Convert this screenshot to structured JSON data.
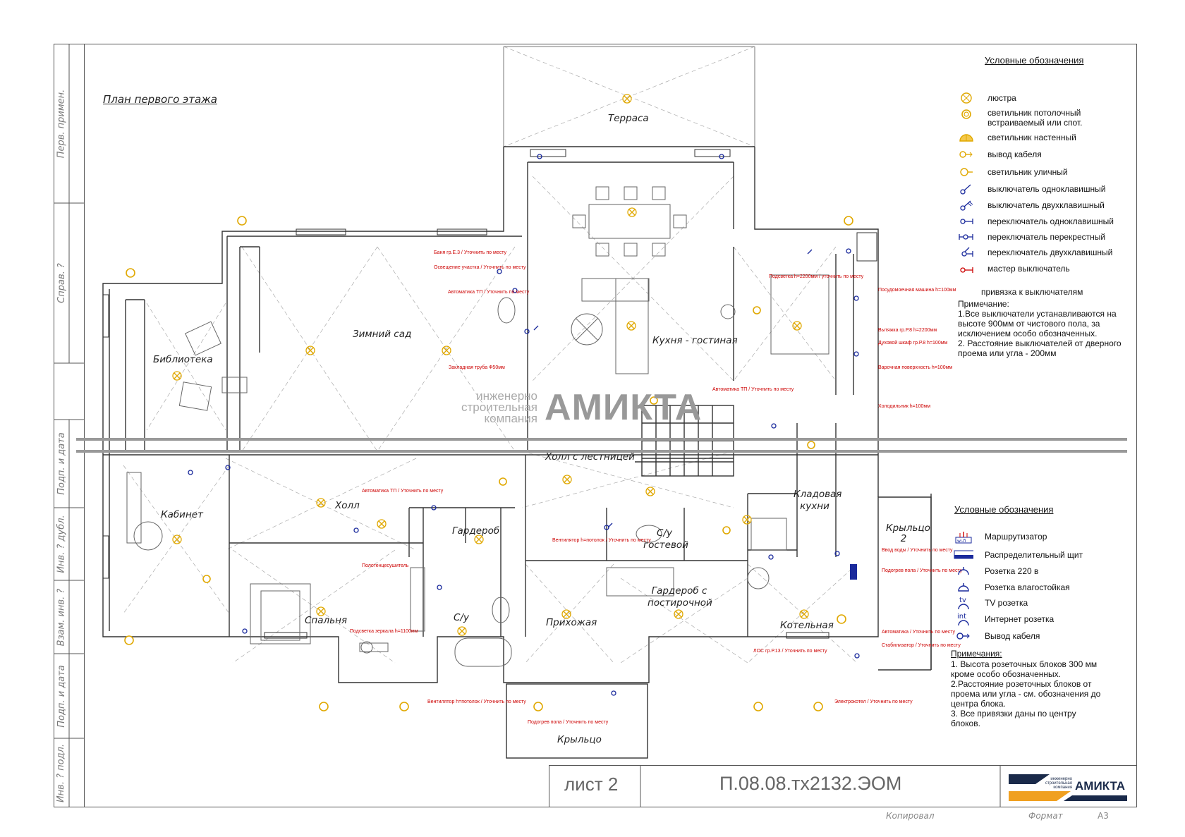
{
  "side_strip": {
    "labels": [
      "Перв. примен.",
      "Справ. ?",
      "Подп. и дата",
      "Инв. ? дубл.",
      "Взам. инв. ?",
      "Подп. и дата",
      "Инв. ? подл."
    ]
  },
  "plan_title": "План первого этажа",
  "rooms": {
    "terrace": "Терраса",
    "winter_garden": "Зимний сад",
    "library": "Библиотека",
    "kitchen_living": "Кухня - гостиная",
    "hall_stairs": "Холл с лестницей",
    "hall": "Холл",
    "cabinet": "Кабинет",
    "wardrobe": "Гардероб",
    "bathroom_1": "С/у",
    "bathroom_guest": "С/у гостевой",
    "pantry": "Кладовая кухни",
    "porch_2": "Крыльцо 2",
    "bedroom": "Спальня",
    "entry_hall": "Прихожая",
    "wardrobe_laundry": "Гардероб с постирочной",
    "boiler": "Котельная",
    "porch": "Крыльцо"
  },
  "annotations_red": [
    "Баня гр.Е.3 / Уточнить по месту",
    "Освещение участка / Уточнить по месту",
    "Автоматика ТП / Уточнить по месту",
    "Закладная труба Ф50мм",
    "Подсветка h=2200мм / уточнить по месту",
    "Посудомоечная машина h=100мм",
    "Вытяжка гр.Р.8 h=2200мм",
    "Духовой шкаф гр.Р.8 h=100мм",
    "Варочная поверхность h=100мм",
    "Холодильник h=100мм",
    "Автоматика ТП / Уточнить по месту",
    "Автоматика ТП / Уточнить по месту",
    "Полотенцесушитель",
    "Подсветка зеркала h=1100мм",
    "Вентилятор h=потолок / Уточнить по месту",
    "Вентилятор h=потолок / Уточнить по месту",
    "Подогрев пола / Уточнить по месту",
    "Автоматика / Уточнить по месту",
    "Стабилизатор / Уточнить по месту",
    "ЛОС гр.Р.13 / Уточнить по месту",
    "Электрокотел / Уточнить по месту",
    "Подогрев пола / Уточнить по месту",
    "Ввод воды / Уточнить по месту"
  ],
  "legend_lighting": {
    "title": "Условные обозначения",
    "items": [
      {
        "icon": "chandelier-icon",
        "label": "люстра"
      },
      {
        "icon": "ceiling-spot-icon",
        "label": "светильник потолочный встраиваемый или спот."
      },
      {
        "icon": "wall-light-icon",
        "label": "светильник настенный"
      },
      {
        "icon": "cable-outlet-icon",
        "label": "вывод кабеля"
      },
      {
        "icon": "outdoor-light-icon",
        "label": "светильник уличный"
      },
      {
        "icon": "switch-single-icon",
        "label": "выключатель одноклавишный"
      },
      {
        "icon": "switch-double-icon",
        "label": "выключатель двухклавишный"
      },
      {
        "icon": "changeover-single-icon",
        "label": "переключатель одноклавишный"
      },
      {
        "icon": "cross-switch-icon",
        "label": "переключатель перекрестный"
      },
      {
        "icon": "changeover-double-icon",
        "label": "переключатель двухклавишный"
      },
      {
        "icon": "master-switch-icon",
        "label": "мастер выключатель"
      }
    ],
    "binding_label": "привязка к выключателям",
    "notes_title": "Примечание:",
    "notes": [
      "1.Все выключатели устанавливаются на",
      "высоте 900мм от чистового пола, за",
      "исключением особо обозначенных.",
      " 2. Расстояние выключателей от дверного",
      "проема или угла - 200мм"
    ]
  },
  "legend_power": {
    "title": "Условные обозначения",
    "items": [
      {
        "icon": "wifi-router-icon",
        "label": "Маршрутизатор"
      },
      {
        "icon": "distribution-board-icon",
        "label": "Распределительный щит"
      },
      {
        "icon": "socket-220-icon",
        "label": "Розетка 220 в"
      },
      {
        "icon": "socket-waterproof-icon",
        "label": "Розетка влагостойкая"
      },
      {
        "icon": "tv-socket-icon",
        "label": "TV розетка"
      },
      {
        "icon": "internet-socket-icon",
        "label": "Интернет розетка"
      },
      {
        "icon": "cable-outlet-icon",
        "label": "Вывод кабеля"
      }
    ],
    "notes_title": "Примечания:",
    "notes": [
      "1. Высота розеточных блоков 300 мм",
      "кроме особо обозначенных.",
      "2.Расстояние розеточных блоков от",
      "проема или угла - см. обозначения до",
      "центра блока.",
      "3. Все привязки даны по центру",
      "блоков."
    ]
  },
  "watermark": {
    "line1": "инженерно",
    "line2": "строительная",
    "line3": "компания",
    "brand": "АМИКТА"
  },
  "title_block": {
    "sheet": "лист 2",
    "doc_number": "П.08.08.тх2132.ЭОМ",
    "copied_label": "Копировал",
    "format_label": "Формат",
    "format_value": "А3",
    "logo_text": "АМИКТА",
    "logo_sub": "инженерно строительная компания"
  },
  "colors": {
    "light_fixture": "#e0a800",
    "switch": "#1a2a9c",
    "red_note": "#c00000",
    "wall": "#333333",
    "logo_orange": "#f0a020",
    "logo_navy": "#1a2a4a"
  }
}
